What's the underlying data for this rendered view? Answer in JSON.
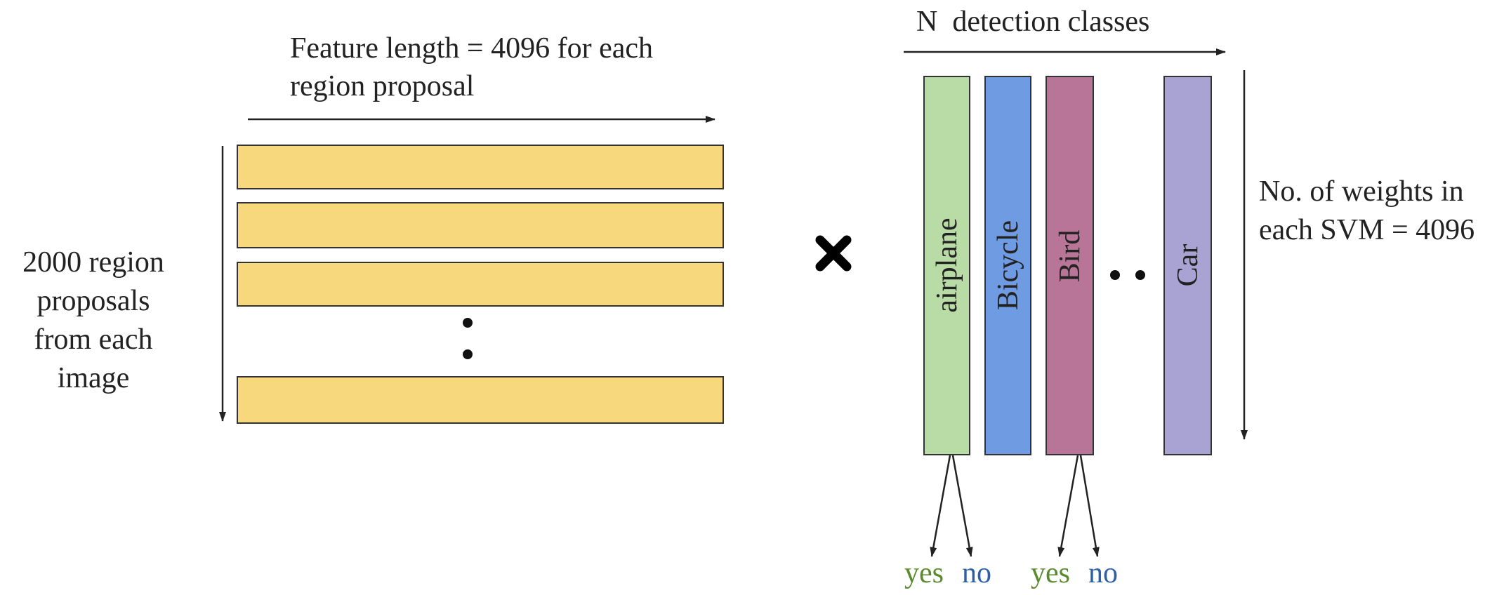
{
  "left": {
    "feature_label_line1": "Feature length = 4096 for each",
    "feature_label_line2": "region proposal",
    "proposals_label_lines": [
      "2000 region",
      "proposals",
      "from each",
      "image"
    ],
    "bar_color": "#f7d87c",
    "bar_count_drawn": 4
  },
  "operator": {
    "icon": "multiply-icon",
    "color": "#000000"
  },
  "right": {
    "classes_label": "N  detection classes",
    "weights_label_line1": "No. of weights in",
    "weights_label_line2": "each SVM = 4096",
    "columns": [
      {
        "label": "airplane",
        "color": "#b9dba5"
      },
      {
        "label": "Bicycle",
        "color": "#6f9be2"
      },
      {
        "label": "Bird",
        "color": "#b97597"
      },
      {
        "label": "Car",
        "color": "#a9a3d4"
      }
    ],
    "outputs": [
      {
        "yes": "yes",
        "no": "no"
      },
      {
        "yes": "yes",
        "no": "no"
      }
    ],
    "colors": {
      "yes": "#5a8a2e",
      "no": "#2d5ea8"
    }
  }
}
